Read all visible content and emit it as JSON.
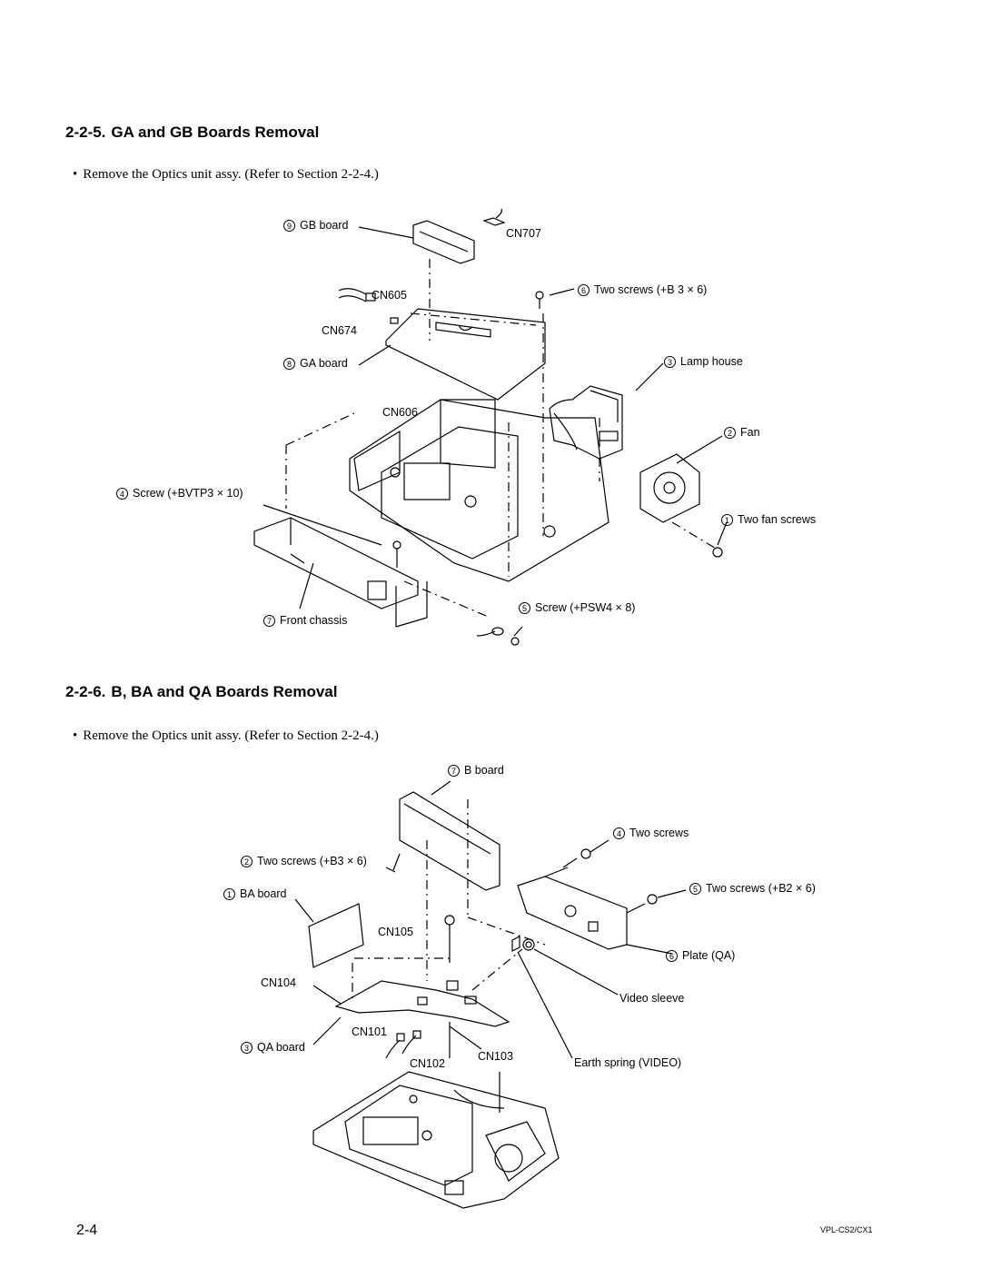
{
  "sections": [
    {
      "number": "2-2-5.",
      "title": "GA and GB Boards Removal",
      "instruction": "Remove the Optics unit assy. (Refer to Section 2-2-4.)",
      "labels": [
        {
          "num": "9",
          "text": "GB board"
        },
        {
          "num": "",
          "text": "CN707"
        },
        {
          "num": "",
          "text": "CN605"
        },
        {
          "num": "6",
          "text": "Two screws (+B 3 × 6)"
        },
        {
          "num": "",
          "text": "CN674"
        },
        {
          "num": "8",
          "text": "GA board"
        },
        {
          "num": "3",
          "text": "Lamp house"
        },
        {
          "num": "",
          "text": "CN606"
        },
        {
          "num": "2",
          "text": "Fan"
        },
        {
          "num": "4",
          "text": "Screw (+BVTP3 × 10)"
        },
        {
          "num": "1",
          "text": "Two fan screws"
        },
        {
          "num": "5",
          "text": "Screw (+PSW4 × 8)"
        },
        {
          "num": "7",
          "text": "Front chassis"
        }
      ]
    },
    {
      "number": "2-2-6.",
      "title": "B, BA and QA Boards Removal",
      "instruction": "Remove the Optics unit assy. (Refer to Section 2-2-4.)",
      "labels": [
        {
          "num": "7",
          "text": "B board"
        },
        {
          "num": "4",
          "text": "Two screws"
        },
        {
          "num": "2",
          "text": "Two screws (+B3 × 6)"
        },
        {
          "num": "5",
          "text": "Two screws (+B2 × 6)"
        },
        {
          "num": "1",
          "text": "BA board"
        },
        {
          "num": "",
          "text": "CN105"
        },
        {
          "num": "6",
          "text": "Plate (QA)"
        },
        {
          "num": "",
          "text": "CN104"
        },
        {
          "num": "",
          "text": "Video sleeve"
        },
        {
          "num": "",
          "text": "CN101"
        },
        {
          "num": "3",
          "text": "QA board"
        },
        {
          "num": "",
          "text": "CN103"
        },
        {
          "num": "",
          "text": "CN102"
        },
        {
          "num": "",
          "text": "Earth spring (VIDEO)"
        }
      ]
    }
  ],
  "footer": {
    "page_number": "2-4",
    "model": "VPL-CS2/CX1"
  }
}
